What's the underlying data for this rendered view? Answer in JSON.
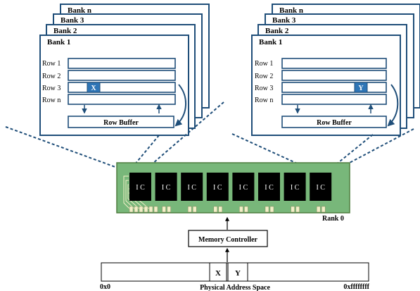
{
  "banks": {
    "titles": [
      "Bank n",
      "Bank 3",
      "Bank 2",
      "Bank 1"
    ],
    "rows": [
      "Row 1",
      "Row 2",
      "Row 3",
      "Row n"
    ],
    "row_buffer": "Row Buffer",
    "left_cell": "X",
    "right_cell": "Y"
  },
  "module": {
    "chip_label": "I C",
    "chip_count": 8,
    "rank_label": "Rank 0"
  },
  "controller": {
    "label": "Memory Controller"
  },
  "address_space": {
    "label": "Physical Address Space",
    "start": "0x0",
    "end": "0xffffffff",
    "x_label": "X",
    "y_label": "Y"
  },
  "colors": {
    "frame": "#1f4e79",
    "cell_fill": "#2e75b6",
    "pcb_fill": "#78b77a",
    "pcb_stroke": "#4f7d3f",
    "chip_fill": "#000000",
    "pin_fill": "#f2f0c8",
    "ink": "#000000"
  }
}
